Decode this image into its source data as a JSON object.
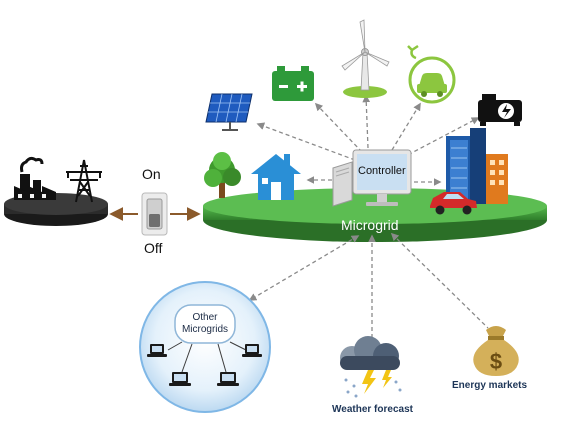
{
  "switch": {
    "on_label": "On",
    "off_label": "Off"
  },
  "microgrid": {
    "label": "Microgrid",
    "controller_label": "Controller"
  },
  "other_microgrids": {
    "line1": "Other",
    "line2": "Microgrids"
  },
  "weather": {
    "label": "Weather forecast"
  },
  "energy_markets": {
    "label": "Energy markets"
  },
  "colors": {
    "platform_green": "#3e9b3a",
    "arrow_gray": "#8a8a8a",
    "link_brown": "#8b5a2b",
    "sky_blue": "#2a8fd6"
  }
}
